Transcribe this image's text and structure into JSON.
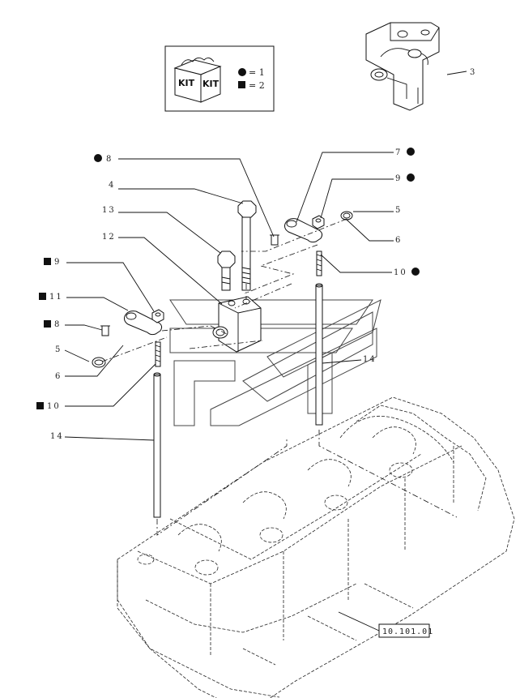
{
  "kit_box": {
    "kit_text_1": "KIT",
    "kit_text_2": "KIT",
    "circle_legend": "= 1",
    "square_legend": "= 2"
  },
  "labels": [
    {
      "id": "3",
      "text": "3",
      "marker": "none"
    },
    {
      "id": "8-top",
      "text": "8",
      "marker": "circle"
    },
    {
      "id": "4",
      "text": "4",
      "marker": "none"
    },
    {
      "id": "13",
      "text": "13",
      "marker": "none"
    },
    {
      "id": "12",
      "text": "12",
      "marker": "none"
    },
    {
      "id": "7-right",
      "text": "7",
      "marker": "circle"
    },
    {
      "id": "9-right",
      "text": "9",
      "marker": "circle"
    },
    {
      "id": "5-right",
      "text": "5",
      "marker": "none"
    },
    {
      "id": "6-right",
      "text": "6",
      "marker": "none"
    },
    {
      "id": "10-right",
      "text": "10",
      "marker": "circle"
    },
    {
      "id": "9-left",
      "text": "9",
      "marker": "square"
    },
    {
      "id": "11-left",
      "text": "11",
      "marker": "square"
    },
    {
      "id": "8-left",
      "text": "8",
      "marker": "square"
    },
    {
      "id": "5-left",
      "text": "5",
      "marker": "none"
    },
    {
      "id": "6-left",
      "text": "6",
      "marker": "none"
    },
    {
      "id": "10-left",
      "text": "10",
      "marker": "square"
    },
    {
      "id": "14-left",
      "text": "14",
      "marker": "none"
    },
    {
      "id": "14-right",
      "text": "14",
      "marker": "none"
    }
  ],
  "reference_box": {
    "text": "10.101.01"
  }
}
